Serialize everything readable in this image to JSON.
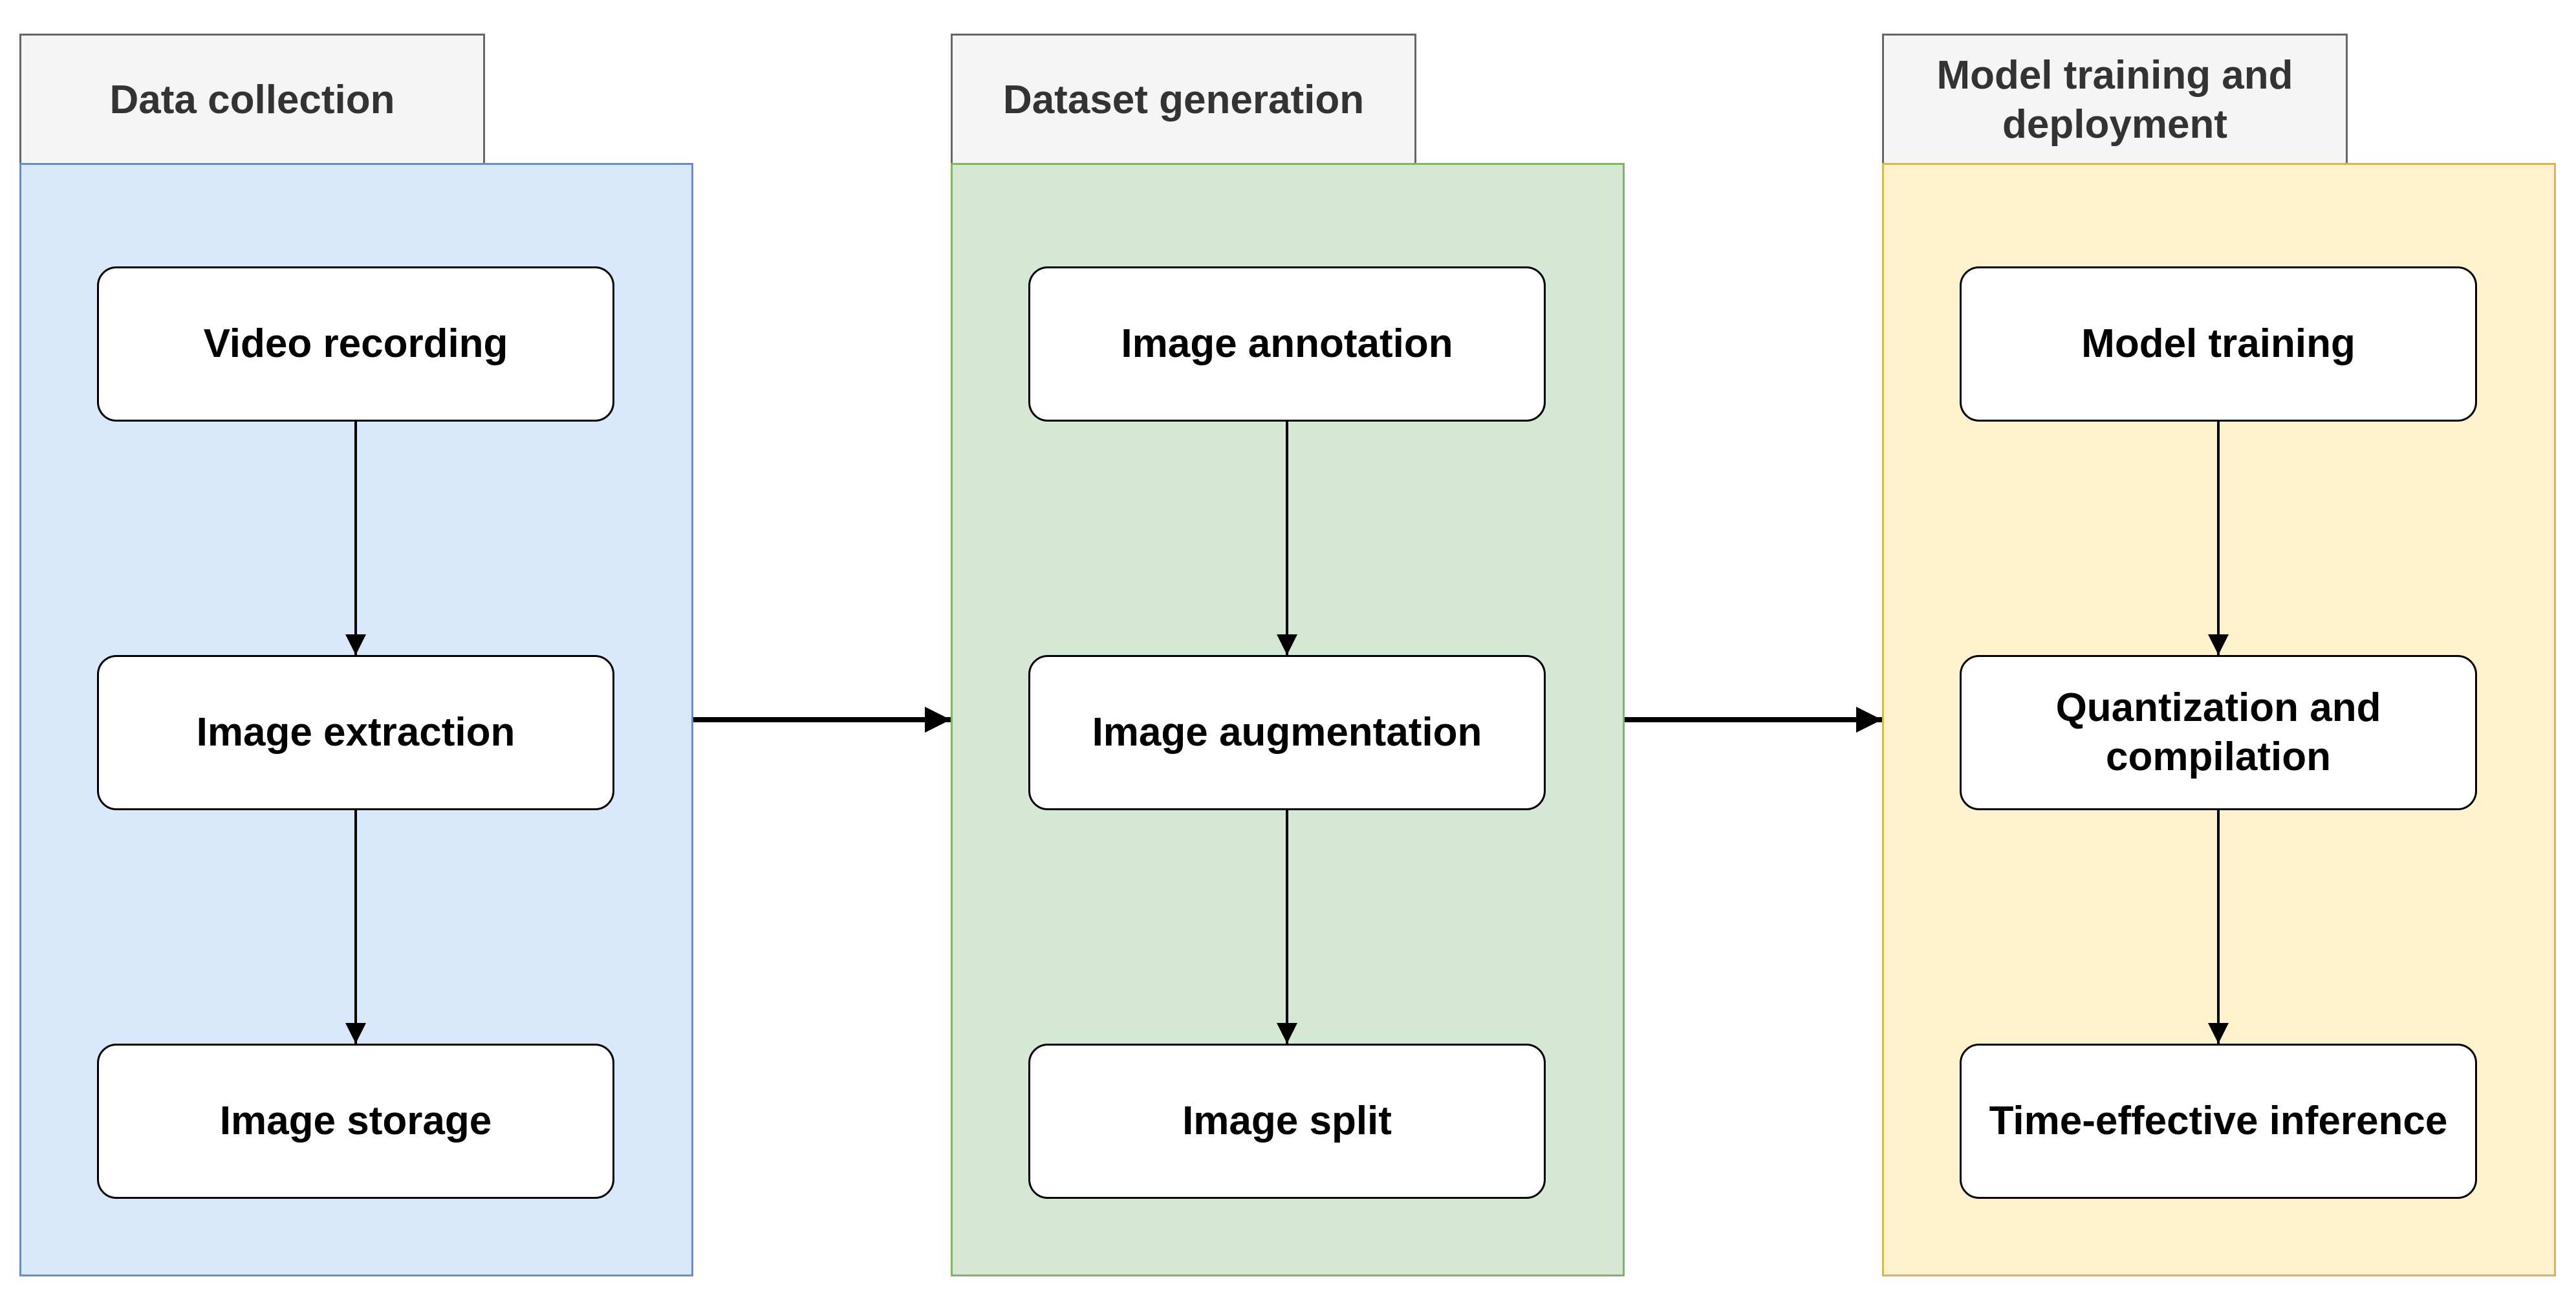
{
  "colors": {
    "tab_fill": "#f5f5f5",
    "tab_border": "#666666",
    "step_border": "#000000",
    "arrow": "#000000"
  },
  "stages": [
    {
      "title": "Data collection",
      "fill": "#dae8fc",
      "border": "#6c8ebf",
      "steps": [
        "Video recording",
        "Image extraction",
        "Image storage"
      ]
    },
    {
      "title": "Dataset generation",
      "fill": "#d5e8d4",
      "border": "#82b366",
      "steps": [
        "Image annotation",
        "Image augmentation",
        "Image split"
      ]
    },
    {
      "title": "Model training and deployment",
      "fill": "#fff2cc",
      "border": "#d6b656",
      "steps": [
        "Model training",
        "Quantization and compilation",
        "Time-effective inference"
      ]
    }
  ]
}
